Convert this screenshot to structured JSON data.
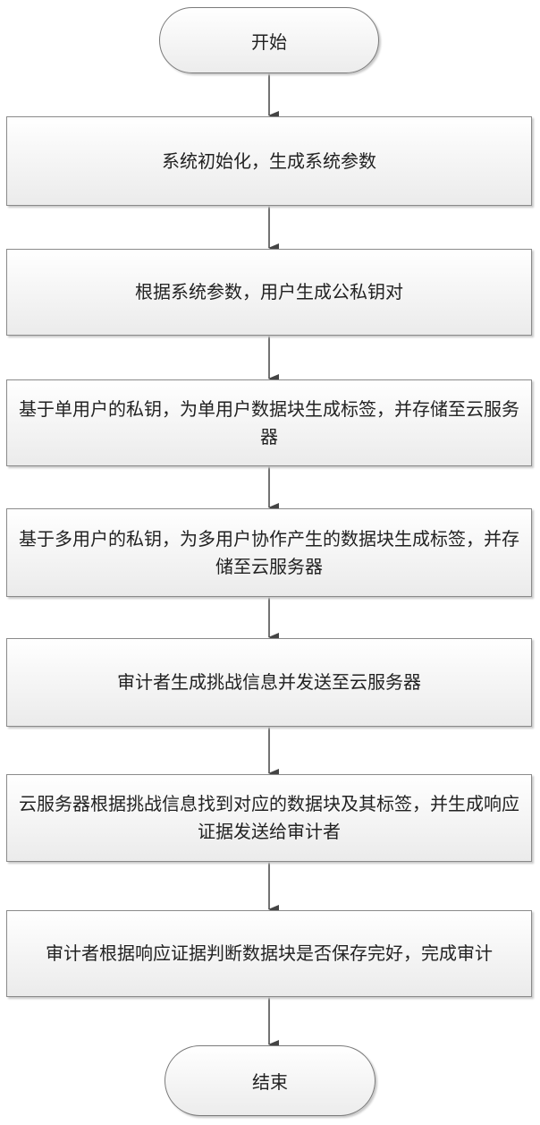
{
  "start": "开始",
  "end": "结束",
  "steps": [
    "系统初始化，生成系统参数",
    "根据系统参数，用户生成公私钥对",
    "基于单用户的私钥，为单用户数据块生成标签，并存储至云服务器",
    "基于多用户的私钥，为多用户协作产生的数据块生成标签，并存储至云服务器",
    "审计者生成挑战信息并发送至云服务器",
    "云服务器根据挑战信息找到对应的数据块及其标签，并生成响应证据发送给审计者",
    "审计者根据响应证据判断数据块是否保存完好，完成审计"
  ]
}
